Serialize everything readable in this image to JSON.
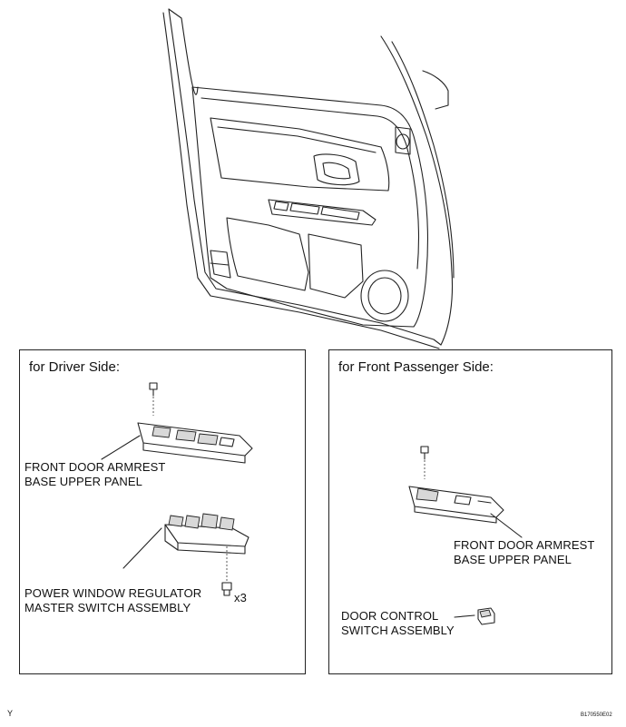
{
  "figure_code": "B170550E02",
  "corner_mark": "Y",
  "driver_panel": {
    "title": "for Driver Side:",
    "armrest_label_line1": "FRONT DOOR ARMREST",
    "armrest_label_line2": "BASE UPPER PANEL",
    "switch_label_line1": "POWER WINDOW REGULATOR",
    "switch_label_line2": "MASTER SWITCH ASSEMBLY",
    "screw_count": "x3"
  },
  "passenger_panel": {
    "title": "for Front Passenger Side:",
    "armrest_label_line1": "FRONT DOOR ARMREST",
    "armrest_label_line2": "BASE UPPER PANEL",
    "switch_label_line1": "DOOR CONTROL",
    "switch_label_line2": "SWITCH ASSEMBLY"
  },
  "icons": [
    "door-trim-illustration",
    "screw-icon",
    "armrest-panel-drawing",
    "master-switch-drawing",
    "door-control-switch-drawing"
  ]
}
